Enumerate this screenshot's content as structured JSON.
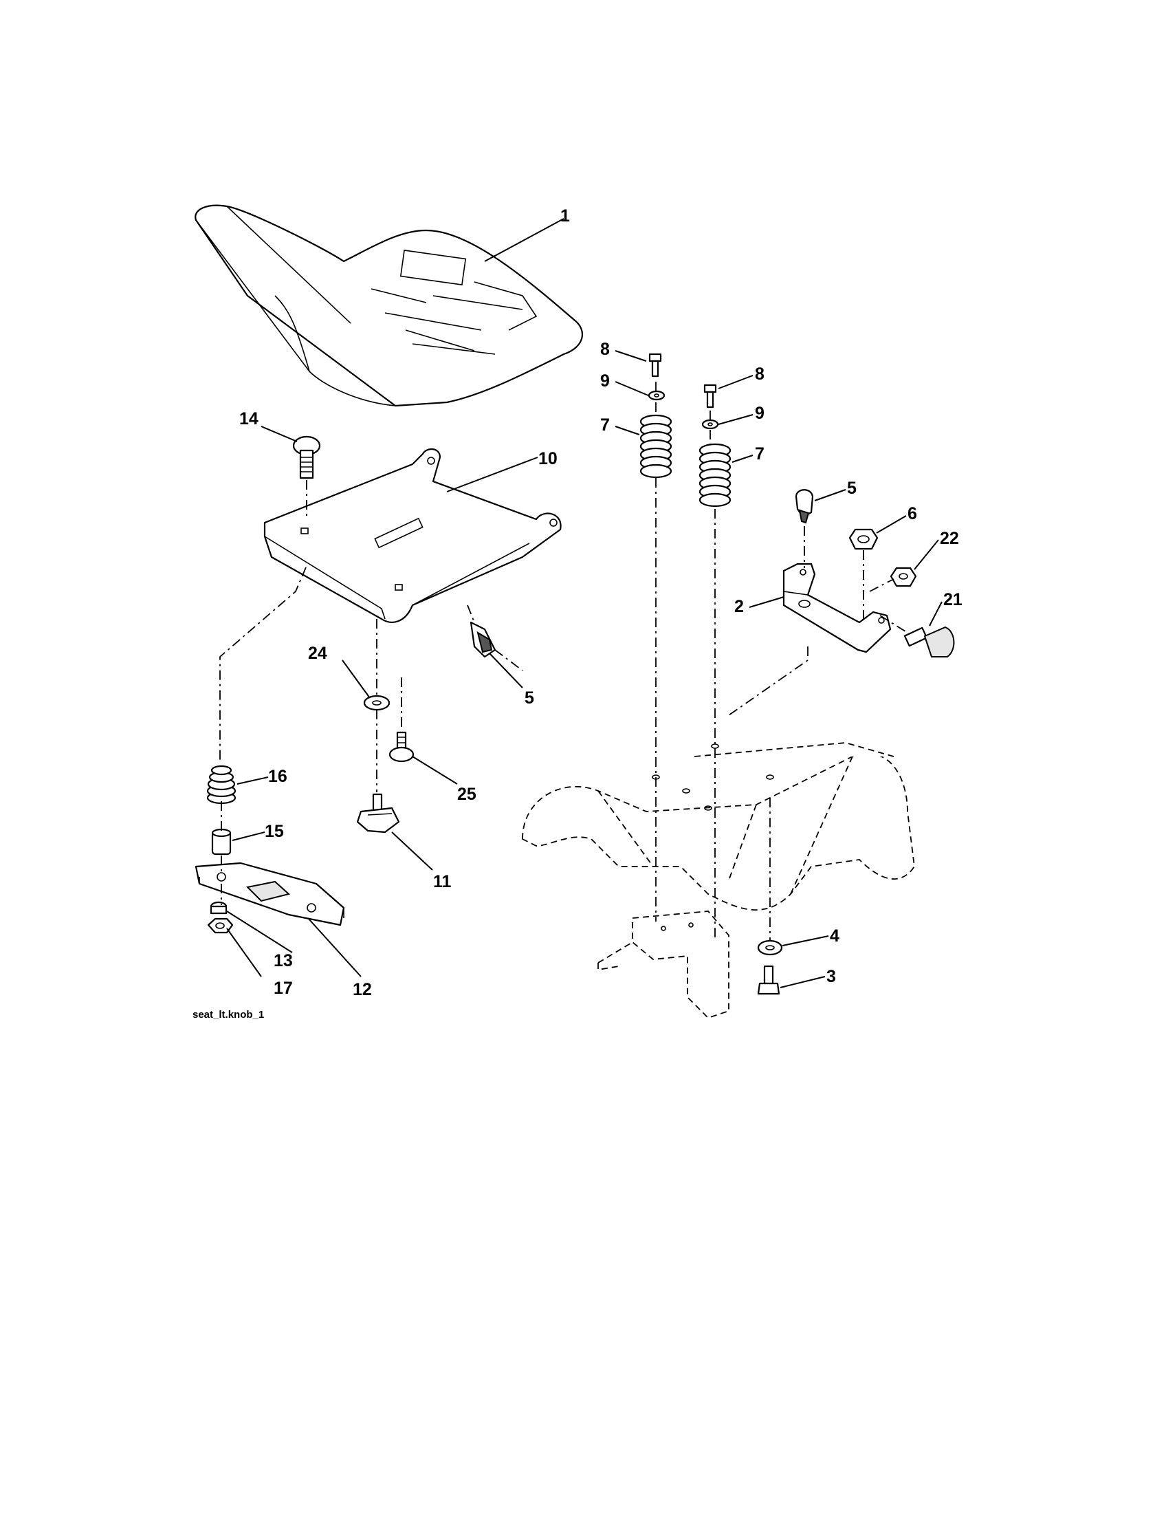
{
  "diagram": {
    "caption": "seat_lt.knob_1",
    "callouts": {
      "c1": "1",
      "c2": "2",
      "c3": "3",
      "c4": "4",
      "c5a": "5",
      "c5b": "5",
      "c6": "6",
      "c7a": "7",
      "c7b": "7",
      "c8a": "8",
      "c8b": "8",
      "c9a": "9",
      "c9b": "9",
      "c10": "10",
      "c11": "11",
      "c12": "12",
      "c13": "13",
      "c14": "14",
      "c15": "15",
      "c16": "16",
      "c17": "17",
      "c21": "21",
      "c22": "22",
      "c24": "24",
      "c25": "25"
    }
  }
}
